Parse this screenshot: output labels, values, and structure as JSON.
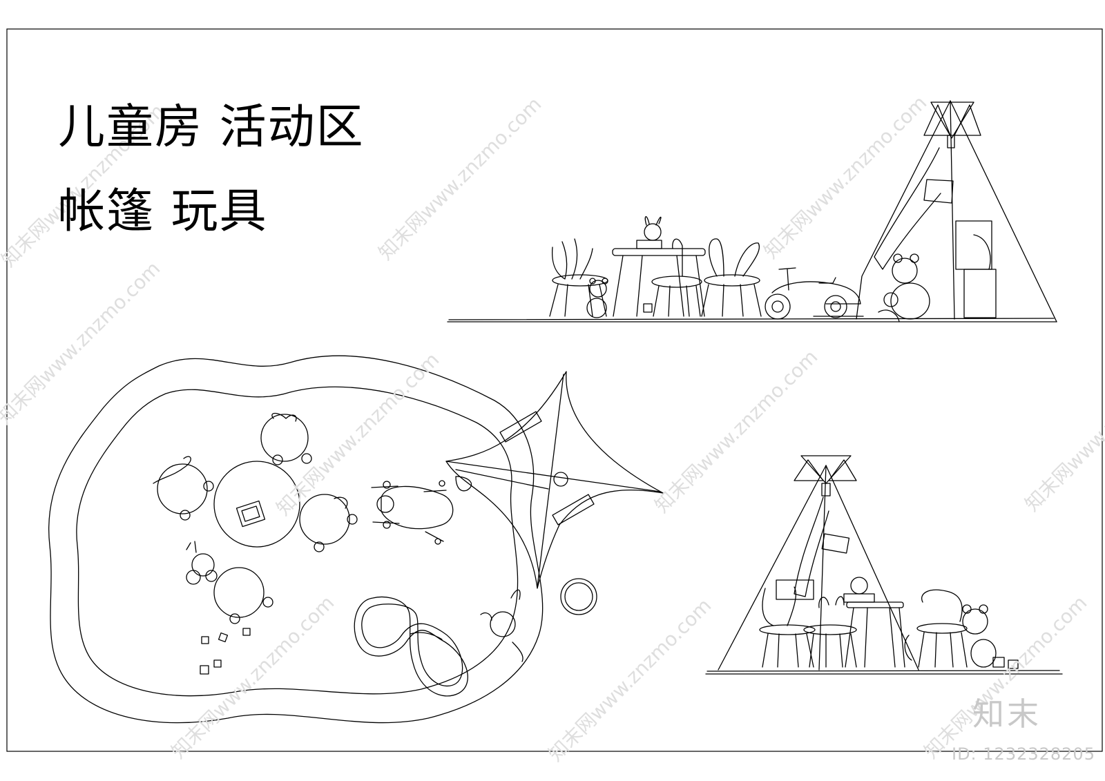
{
  "title": {
    "line1": "儿童房 活动区",
    "line2": "帐篷 玩具"
  },
  "watermark": {
    "text": "知末网www.znzmo.com",
    "color": "#d9d9d9"
  },
  "logo": "知末",
  "id_label": "ID: 1232328205",
  "colors": {
    "line": "#000000",
    "watermark": "#d9d9d9",
    "background": "#ffffff"
  }
}
